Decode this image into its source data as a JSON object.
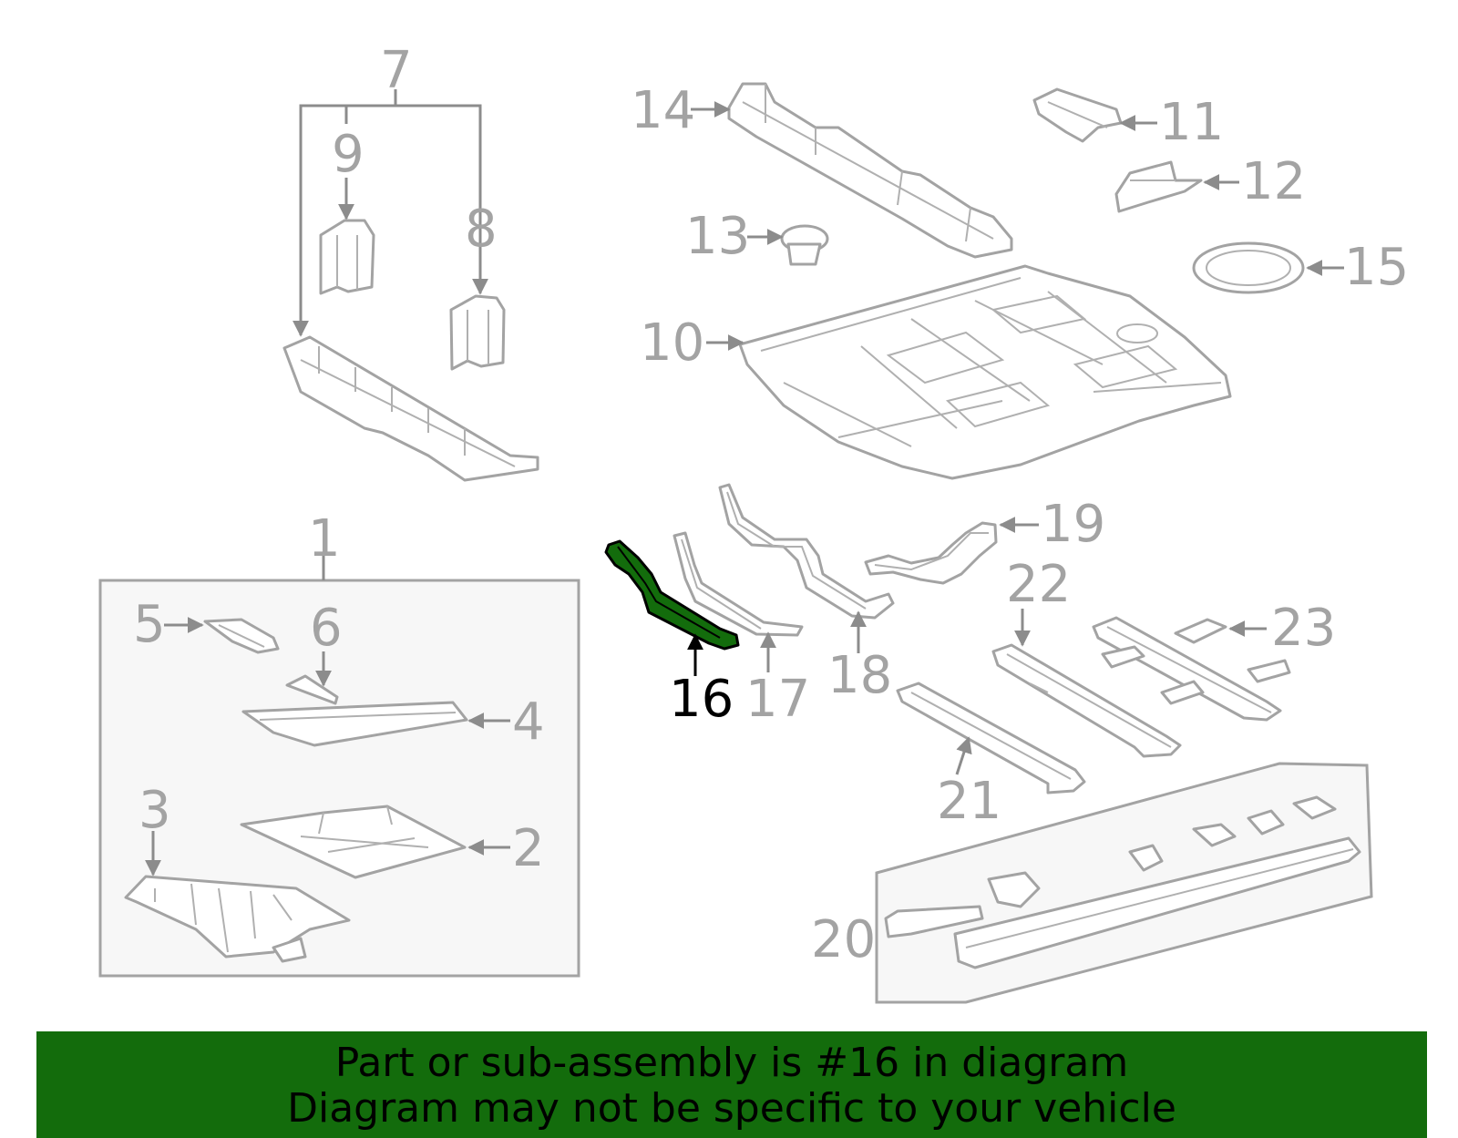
{
  "diagram": {
    "highlight_part": "16",
    "highlight_color": "#136c0c",
    "line_color": "#a3a3a3",
    "labels": {
      "p1": "1",
      "p2": "2",
      "p3": "3",
      "p4": "4",
      "p5": "5",
      "p6": "6",
      "p7": "7",
      "p8": "8",
      "p9": "9",
      "p10": "10",
      "p11": "11",
      "p12": "12",
      "p13": "13",
      "p14": "14",
      "p15": "15",
      "p16": "16",
      "p17": "17",
      "p18": "18",
      "p19": "19",
      "p20": "20",
      "p21": "21",
      "p22": "22",
      "p23": "23"
    }
  },
  "banner": {
    "line1": "Part or sub-assembly is #16 in diagram",
    "line2": "Diagram may not be specific to your vehicle",
    "background": "#136c0c"
  }
}
